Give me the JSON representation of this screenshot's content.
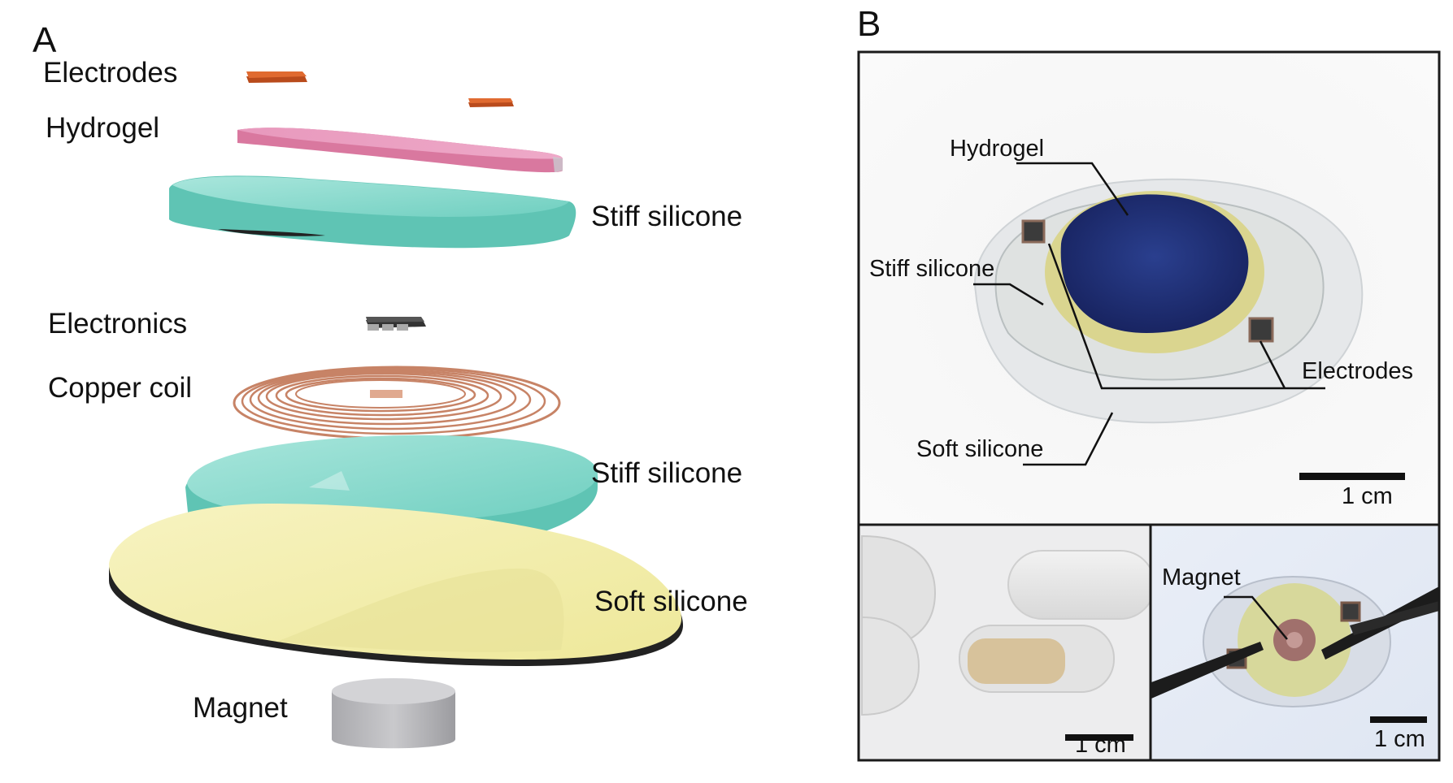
{
  "panel_a": {
    "letter": "A",
    "labels": {
      "electrodes": "Electrodes",
      "hydrogel": "Hydrogel",
      "stiff_silicone_top": "Stiff silicone",
      "electronics": "Electronics",
      "copper_coil": "Copper coil",
      "stiff_silicone_bottom": "Stiff silicone",
      "soft_silicone": "Soft silicone",
      "magnet": "Magnet"
    }
  },
  "panel_b": {
    "letter": "B",
    "main_photo": {
      "labels": {
        "hydrogel": "Hydrogel",
        "stiff_silicone": "Stiff silicone",
        "electrodes": "Electrodes",
        "soft_silicone": "Soft silicone"
      },
      "scale": "1 cm"
    },
    "capsule_photo": {
      "scale": "1 cm"
    },
    "magnet_photo": {
      "label": "Magnet",
      "scale": "1 cm"
    }
  },
  "colors": {
    "hydrogel": "#e58fb4",
    "stiff_silicone": "#7fd6c8",
    "soft_silicone": "#f4efad",
    "copper": "#d99a80",
    "electrode": "#c95a24",
    "magnet": "#bdbdc0",
    "device_blue": "#1e2e7a"
  }
}
